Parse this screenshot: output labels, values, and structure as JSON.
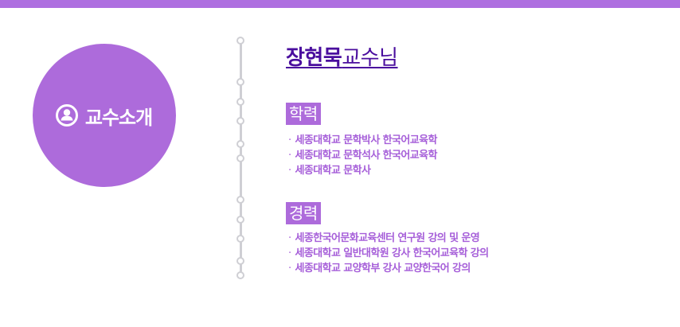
{
  "colors": {
    "accent": "#ad6bdb",
    "top_bar": "#ae6fe0",
    "name_text": "#4a0e9e",
    "list_text": "#a65fd9",
    "timeline": "#cfcfd4"
  },
  "intro": {
    "icon": "person-circle-icon",
    "label": "교수소개"
  },
  "professor": {
    "surname": "장현묵",
    "title": "교수님"
  },
  "sections": [
    {
      "heading": "학력",
      "items": [
        "세종대학교 문학박사 한국어교육학",
        "세종대학교 문학석사 한국어교육학",
        "세종대학교 문학사"
      ]
    },
    {
      "heading": "경력",
      "items": [
        "세종한국어문화교육센터 연구원 강의 및 운영",
        "세종대학교 일반대학원 강사 한국어교육학 강의",
        "세종대학교 교양학부 강사 교양한국어 강의"
      ]
    }
  ],
  "bullet": "·"
}
